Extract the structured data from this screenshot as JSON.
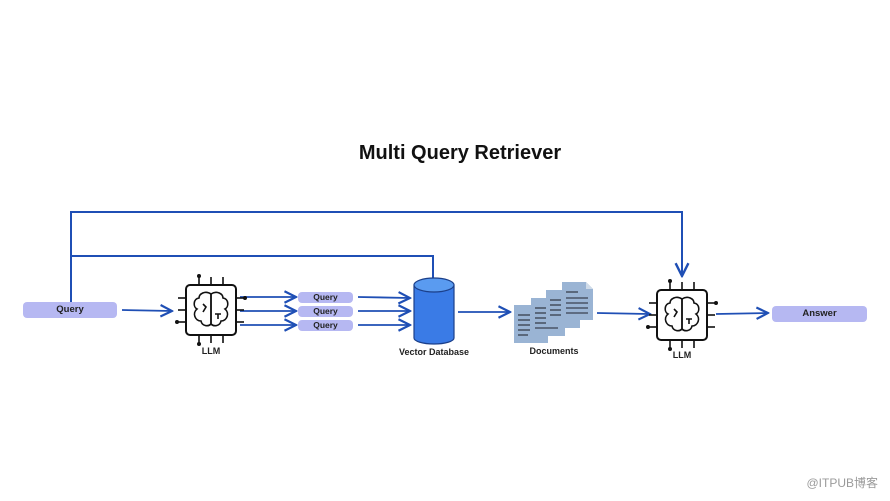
{
  "title": "Multi Query Retriever",
  "nodes": {
    "query_input": {
      "label": "Query",
      "icon": "query-pill"
    },
    "llm_left": {
      "label": "LLM",
      "icon": "brain-chip-icon"
    },
    "generated_queries": [
      {
        "label": "Query"
      },
      {
        "label": "Query"
      },
      {
        "label": "Query"
      }
    ],
    "vector_db": {
      "label": "Vector Database",
      "icon": "database-cylinder-icon"
    },
    "documents": {
      "label": "Documents",
      "icon": "documents-stack-icon"
    },
    "llm_right": {
      "label": "LLM",
      "icon": "brain-chip-icon"
    },
    "answer": {
      "label": "Answer"
    }
  },
  "colors": {
    "arrow": "#1f4fb5",
    "pill": "#b6b8f2",
    "db_body": "#3a7be6",
    "db_top": "#5a9bf0",
    "doc": "#9ab4d4",
    "doc_lines": "#4a5566"
  },
  "watermark": "@ITPUB博客"
}
